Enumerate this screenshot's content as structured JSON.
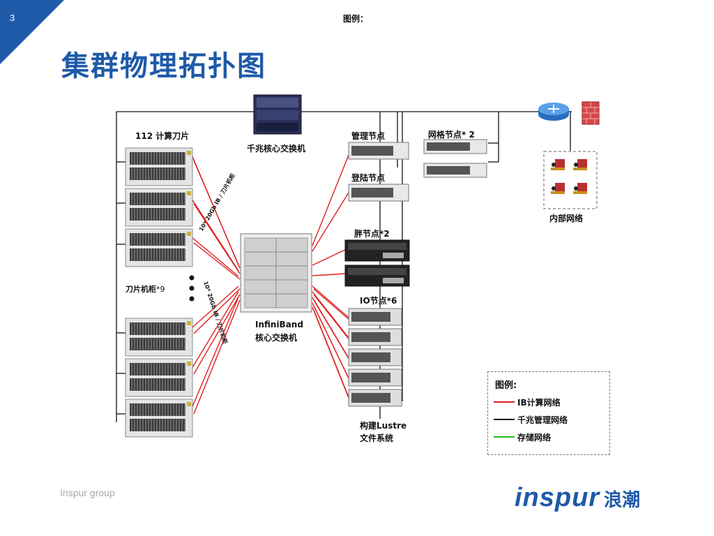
{
  "page": {
    "number": "3",
    "header_note": "图例：",
    "title": "集群物理拓扑图",
    "footer_text": "Inspur group",
    "logo_en": "inspur",
    "logo_cn": "浪潮"
  },
  "diagram": {
    "blade_label": "112 计算刀片",
    "blade_cabinet_label": "刀片机柜",
    "blade_cabinet_count": "*9",
    "gige_switch_label": "千兆核心交换机",
    "link_label_top": "10* 20Gb IB / 刀片机柜",
    "link_label_bottom": "10* 20Gb IB / 刀片机柜",
    "ib_switch_label_1": "InfiniBand",
    "ib_switch_label_2": "核心交换机",
    "mgmt_node_label": "管理节点",
    "login_node_label": "登陆节点",
    "grid_node_label": "网格节点* 2",
    "fat_node_label": "胖节点*2",
    "io_node_label": "IO节点*6",
    "lustre_label_1": "构建Lustre",
    "lustre_label_2": "文件系统",
    "internal_net_label": "内部网络"
  },
  "legend": {
    "title": "图例:",
    "items": [
      {
        "label": "IB计算网络",
        "color": "#e02020"
      },
      {
        "label": "千兆管理网络",
        "color": "#111111"
      },
      {
        "label": "存储网络",
        "color": "#22bb22"
      }
    ]
  },
  "colors": {
    "brand_blue": "#1e5aa8",
    "ib_link": "#e02020",
    "mgmt_link": "#111111"
  }
}
